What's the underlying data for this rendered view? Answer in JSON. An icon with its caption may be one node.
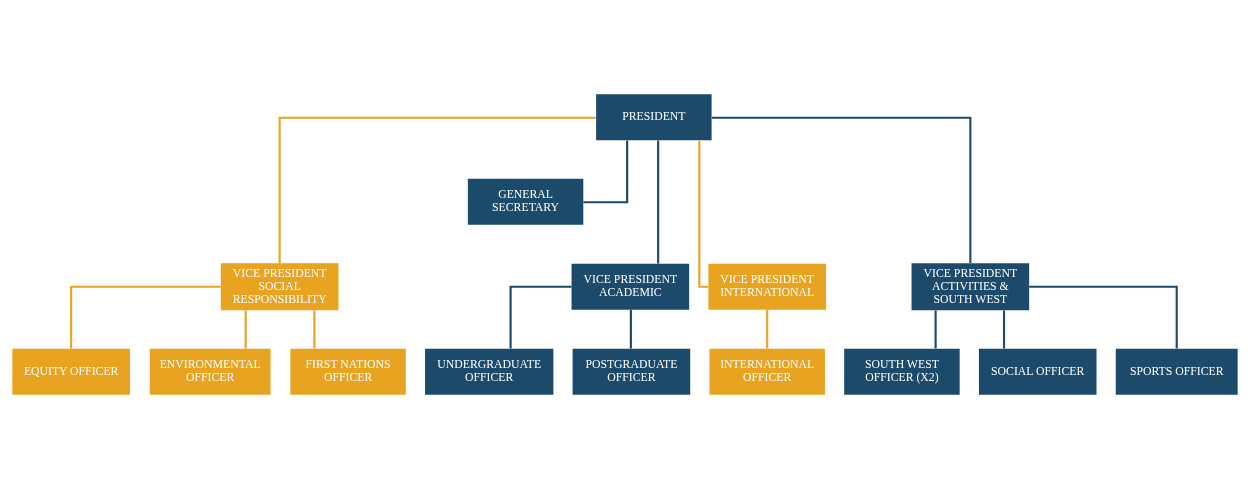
{
  "diagram": {
    "nodes": [
      {
        "text": [
          "PRESIDENT"
        ]
      },
      {
        "text": [
          "GENERAL SECRETARY"
        ]
      },
      {
        "text": [
          "VICE PRESIDENT SOCIAL RESPONSIBILITY"
        ]
      },
      {
        "text": [
          "VICE PRESIDENT ACADEMIC"
        ]
      },
      {
        "text": [
          "VICE PRESIDENT INTERNATIONAL"
        ]
      },
      {
        "text": [
          "VICE PRESIDENT ACTIVITIES & SOUTH WEST"
        ]
      },
      {
        "text": [
          "EQUITY OFFICER"
        ]
      },
      {
        "text": [
          "ENVIRONMENTAL OFFICER"
        ]
      },
      {
        "text": [
          "FIRST NATIONS OFFICER"
        ]
      },
      {
        "text": [
          "UNDERGRADUATE OFFICER"
        ]
      },
      {
        "text": [
          "POSTGRADUATE OFFICER"
        ]
      },
      {
        "text": [
          "INTERNATIONAL OFFICER"
        ]
      },
      {
        "text": [
          "SOUTH WEST OFFICER (X2)"
        ]
      },
      {
        "text": [
          "SOCIAL OFFICER"
        ]
      },
      {
        "text": [
          "SPORTS OFFICER"
        ]
      }
    ],
    "edges": [
      {
        "from": 0,
        "to": 1,
        "arrow": "none"
      },
      {
        "from": 0,
        "to": 2,
        "arrow": "none",
        "color": "#e8a321"
      },
      {
        "from": 0,
        "to": 3,
        "arrow": "none"
      },
      {
        "from": 0,
        "to": 4,
        "arrow": "none",
        "color": "#e8a321"
      },
      {
        "from": 0,
        "to": 5,
        "arrow": "none"
      },
      {
        "from": 2,
        "to": 6,
        "arrow": "none",
        "color": "#e8a321"
      },
      {
        "from": 2,
        "to": 7,
        "arrow": "none",
        "color": "#e8a321"
      },
      {
        "from": 2,
        "to": 8,
        "arrow": "none",
        "color": "#e8a321"
      },
      {
        "from": 3,
        "to": 9,
        "arrow": "none"
      },
      {
        "from": 3,
        "to": 10,
        "arrow": "none"
      },
      {
        "from": 4,
        "to": 11,
        "arrow": "none",
        "color": "#e8a321"
      },
      {
        "from": 5,
        "to": 12,
        "arrow": "none"
      },
      {
        "from": 5,
        "to": 13,
        "arrow": "none"
      },
      {
        "from": 5,
        "to": 14,
        "arrow": "none"
      }
    ]
  }
}
